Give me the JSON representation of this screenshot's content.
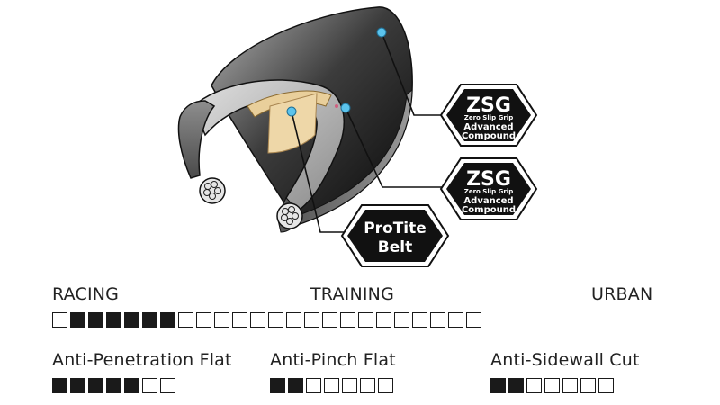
{
  "badges": {
    "tread": {
      "line1": "ZSG",
      "line2": "Zero Slip Grip",
      "line3": "Advanced",
      "line4": "Compound"
    },
    "sidewall": {
      "line1": "ZSG",
      "line2": "Zero Slip Grip",
      "line3": "Advanced",
      "line4": "Compound"
    },
    "belt": {
      "line1": "ProTite",
      "line2": "Belt"
    }
  },
  "usage_scale": {
    "labels": {
      "left": "RACING",
      "center": "TRAINING",
      "right": "URBAN"
    },
    "total": 24,
    "filled_start": 1,
    "filled_end": 6
  },
  "protection": [
    {
      "label": "Anti-Penetration Flat",
      "total": 7,
      "filled": 5
    },
    {
      "label": "Anti-Pinch Flat",
      "total": 7,
      "filled": 2
    },
    {
      "label": "Anti-Sidewall Cut",
      "total": 7,
      "filled": 2
    }
  ],
  "colors": {
    "badge": "#111111",
    "dot": "#5bc3ec",
    "belt": "#e9cf9b",
    "box": "#1a1a1a"
  }
}
